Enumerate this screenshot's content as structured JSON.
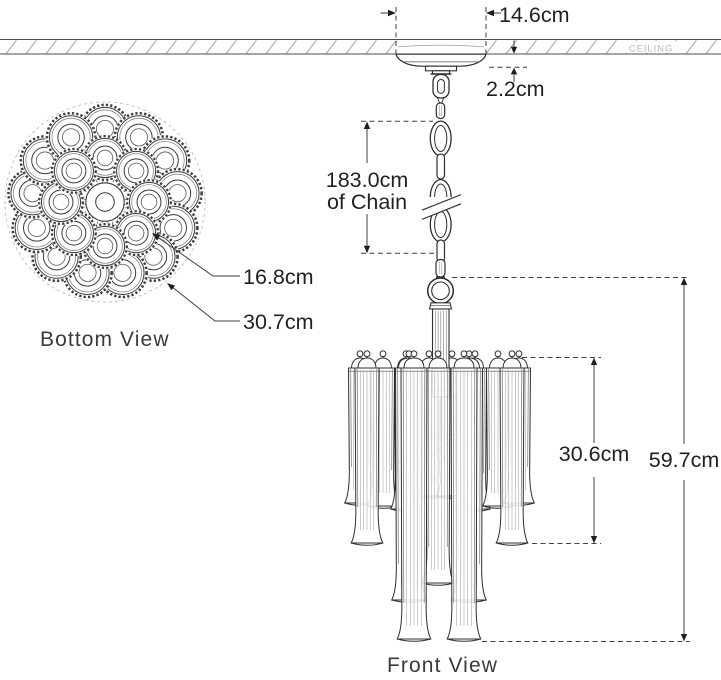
{
  "labels": {
    "ceiling": "CEILING",
    "bottom_view": "Bottom View",
    "front_view": "Front View"
  },
  "dimensions": {
    "canopy_diameter": "14.6cm",
    "canopy_height": "2.2cm",
    "chain_length_line1": "183.0cm",
    "chain_length_line2": "of Chain",
    "bottom_inner_diameter": "16.8cm",
    "bottom_outer_diameter": "30.7cm",
    "shade_height": "30.6cm",
    "overall_height": "59.7cm"
  },
  "colors": {
    "line": "#2f2f2f",
    "dim_line": "#3f3f3f",
    "text": "#231f20",
    "ceiling_text": "#b8b8b8",
    "hatch": "#9c9c9c",
    "ghost": "#c9c9c9"
  }
}
